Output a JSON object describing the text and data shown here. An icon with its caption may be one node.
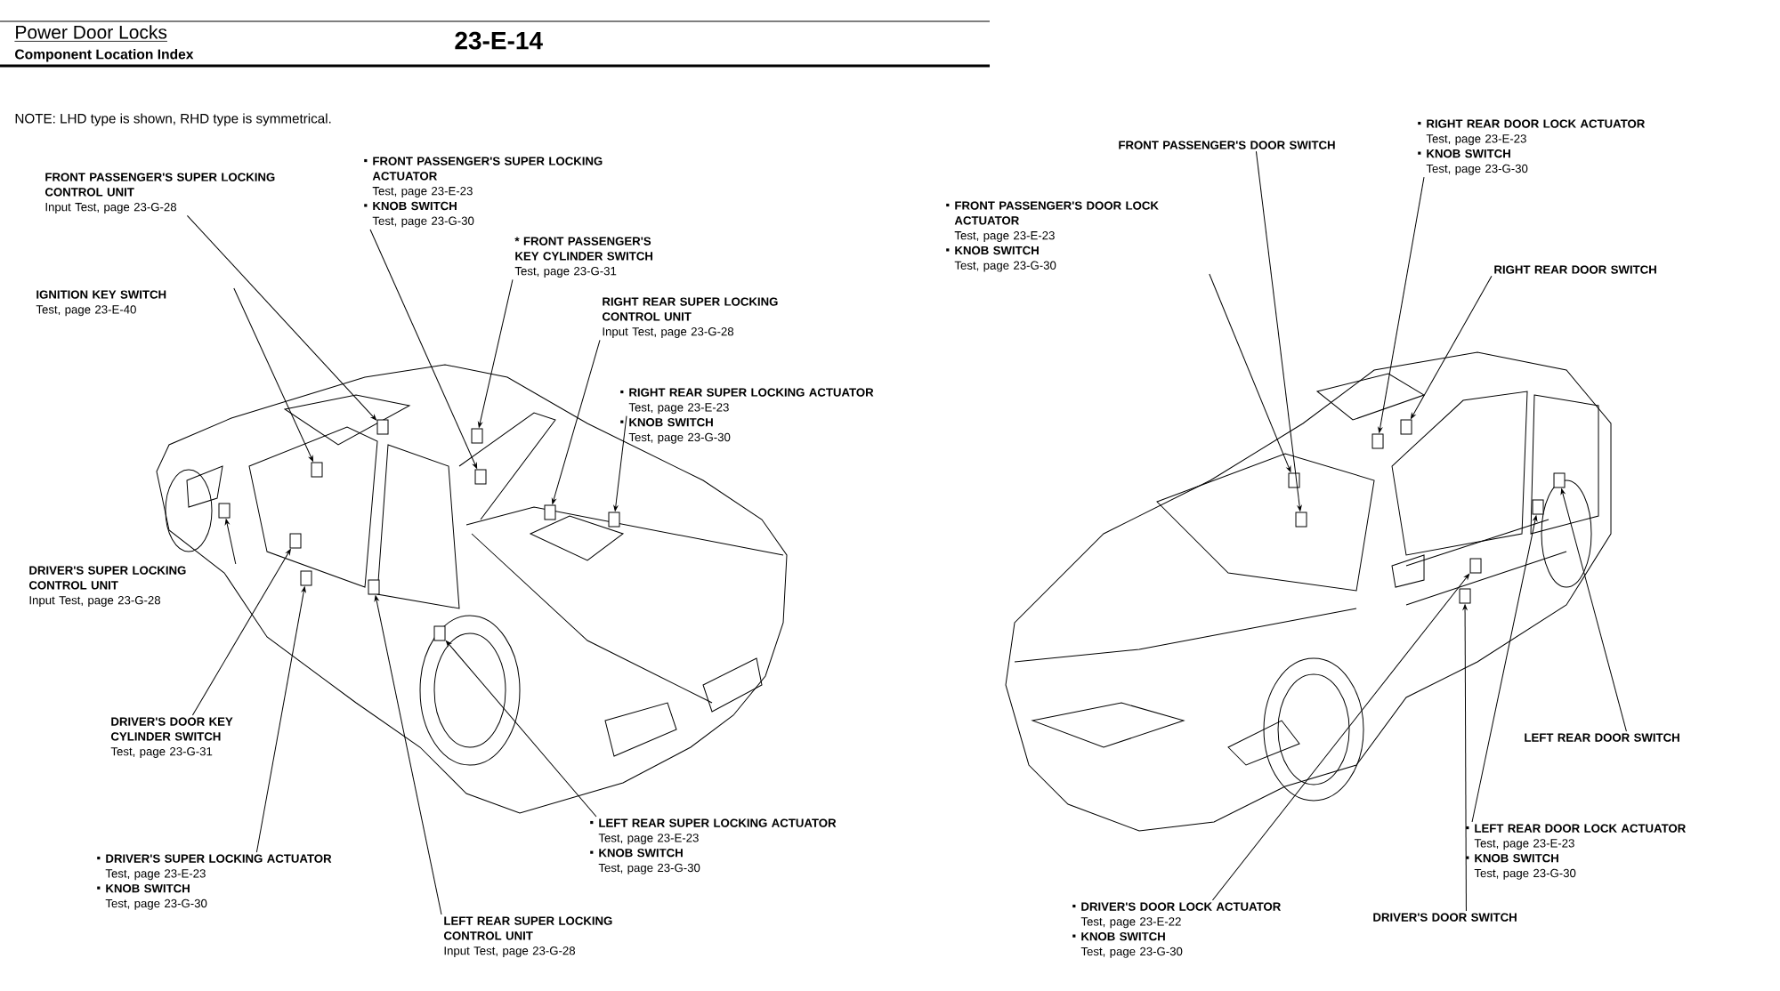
{
  "diagram": {
    "title": "Power Door Locks",
    "nodes": [
      {
        "text": [
          "FRONT PASSENGER'S SUPER LOCKING CONTROL UNIT",
          "Input Test, page 23-G-28"
        ]
      },
      {
        "text": [
          "FRONT PASSENGER'S SUPER LOCKING ACTUATOR",
          "Test, page 23-E-23",
          "KNOB SWITCH",
          "Test, page 23-G-30"
        ]
      },
      {
        "text": [
          "* FRONT PASSENGER'S KEY CYLINDER SWITCH",
          "Test, page 23-G-31"
        ]
      },
      {
        "text": [
          "IGNITION KEY SWITCH",
          "Test, page 23-E-40"
        ]
      },
      {
        "text": [
          "RIGHT REAR SUPER LOCKING CONTROL UNIT",
          "Input Test, page 23-G-28"
        ]
      },
      {
        "text": [
          "RIGHT REAR SUPER LOCKING ACTUATOR",
          "Test, page 23-E-23",
          "KNOB SWITCH",
          "Test, page 23-G-30"
        ]
      },
      {
        "text": [
          "DRIVER'S SUPER LOCKING CONTROL UNIT",
          "Input Test, page 23-G-28"
        ]
      },
      {
        "text": [
          "DRIVER'S DOOR KEY CYLINDER SWITCH",
          "Test, page 23-G-31"
        ]
      },
      {
        "text": [
          "DRIVER'S SUPER LOCKING ACTUATOR",
          "Test, page 23-E-23",
          "KNOB SWITCH",
          "Test, page 23-G-30"
        ]
      },
      {
        "text": [
          "LEFT REAR SUPER LOCKING CONTROL UNIT",
          "Input Test, page 23-G-28"
        ]
      },
      {
        "text": [
          "LEFT REAR SUPER LOCKING ACTUATOR",
          "Test, page 23-E-23",
          "KNOB SWITCH",
          "Test, page 23-G-30"
        ]
      },
      {
        "text": [
          "FRONT PASSENGER'S DOOR SWITCH"
        ]
      },
      {
        "text": [
          "FRONT PASSENGER'S DOOR LOCK ACTUATOR",
          "Test, page 23-E-23",
          "KNOB SWITCH",
          "Test, page 23-G-30"
        ]
      },
      {
        "text": [
          "RIGHT REAR DOOR LOCK ACTUATOR",
          "Test, page 23-E-23",
          "KNOB SWITCH",
          "Test, page 23-G-30"
        ]
      },
      {
        "text": [
          "RIGHT REAR DOOR SWITCH"
        ]
      },
      {
        "text": [
          "LEFT REAR DOOR SWITCH"
        ]
      },
      {
        "text": [
          "LEFT REAR DOOR LOCK ACTUATOR",
          "Test, page 23-E-23",
          "KNOB SWITCH",
          "Test, page 23-G-30"
        ]
      },
      {
        "text": [
          "DRIVER'S DOOR SWITCH"
        ]
      },
      {
        "text": [
          "DRIVER'S DOOR LOCK ACTUATOR",
          "Test, page 23-E-22",
          "KNOB SWITCH",
          "Test, page 23-G-30"
        ]
      },
      {
        "text": [],
        "shape": "box"
      },
      {
        "text": [],
        "shape": "box"
      },
      {
        "text": [],
        "shape": "box"
      },
      {
        "text": [],
        "shape": "box"
      },
      {
        "text": [],
        "shape": "box"
      },
      {
        "text": [],
        "shape": "box"
      },
      {
        "text": [],
        "shape": "box"
      },
      {
        "text": [],
        "shape": "box"
      },
      {
        "text": [],
        "shape": "box"
      },
      {
        "text": [],
        "shape": "box"
      },
      {
        "text": [],
        "shape": "box"
      },
      {
        "text": [],
        "shape": "box"
      },
      {
        "text": [],
        "shape": "box"
      },
      {
        "text": [],
        "shape": "box"
      },
      {
        "text": [],
        "shape": "box"
      },
      {
        "text": [],
        "shape": "box"
      },
      {
        "text": [],
        "shape": "box"
      },
      {
        "text": [],
        "shape": "box"
      },
      {
        "text": [],
        "shape": "box"
      }
    ],
    "edges": [
      {
        "from": 0,
        "to": 19,
        "arrow": "to"
      },
      {
        "from": 1,
        "to": 20,
        "arrow": "to"
      },
      {
        "from": 2,
        "to": 21,
        "arrow": "to"
      },
      {
        "from": 3,
        "to": 22,
        "arrow": "to"
      },
      {
        "from": 4,
        "to": 23,
        "arrow": "to"
      },
      {
        "from": 5,
        "to": 24,
        "arrow": "to"
      },
      {
        "from": 6,
        "to": 25,
        "arrow": "to"
      },
      {
        "from": 7,
        "to": 26,
        "arrow": "to"
      },
      {
        "from": 8,
        "to": 27,
        "arrow": "to"
      },
      {
        "from": 9,
        "to": 28,
        "arrow": "to"
      },
      {
        "from": 10,
        "to": 29,
        "arrow": "to"
      },
      {
        "from": 11,
        "to": 30,
        "arrow": "to"
      },
      {
        "from": 12,
        "to": 31,
        "arrow": "to"
      },
      {
        "from": 13,
        "to": 32,
        "arrow": "to"
      },
      {
        "from": 14,
        "to": 33,
        "arrow": "to"
      },
      {
        "from": 15,
        "to": 34,
        "arrow": "to"
      },
      {
        "from": 16,
        "to": 35,
        "arrow": "to"
      },
      {
        "from": 17,
        "to": 36,
        "arrow": "to"
      },
      {
        "from": 18,
        "to": 37,
        "arrow": "to"
      }
    ],
    "labels": [
      "Component Location Index",
      "23-E-14",
      "NOTE: LHD type is shown, RHD type is symmetrical."
    ]
  }
}
